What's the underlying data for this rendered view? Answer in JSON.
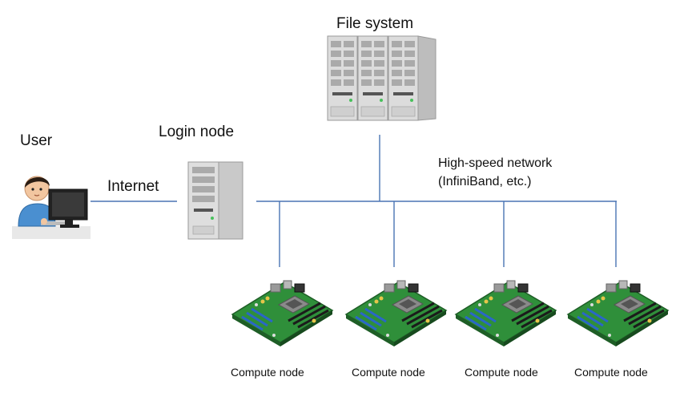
{
  "labels": {
    "file_system": "File system",
    "user": "User",
    "login_node": "Login node",
    "internet": "Internet",
    "network_line1": "High-speed network",
    "network_line2": "(InfiniBand, etc.)",
    "compute_nodes": [
      "Compute node",
      "Compute node",
      "Compute node",
      "Compute node"
    ]
  },
  "icons": {
    "file_system": "server-rack-icon",
    "login_node": "server-tower-icon",
    "user": "user-at-computer-icon",
    "compute_node": "motherboard-icon"
  },
  "colors": {
    "network_line": "#4a74b4",
    "board_green": "#2f8f3a",
    "server_gray": "#c9c9c9"
  }
}
